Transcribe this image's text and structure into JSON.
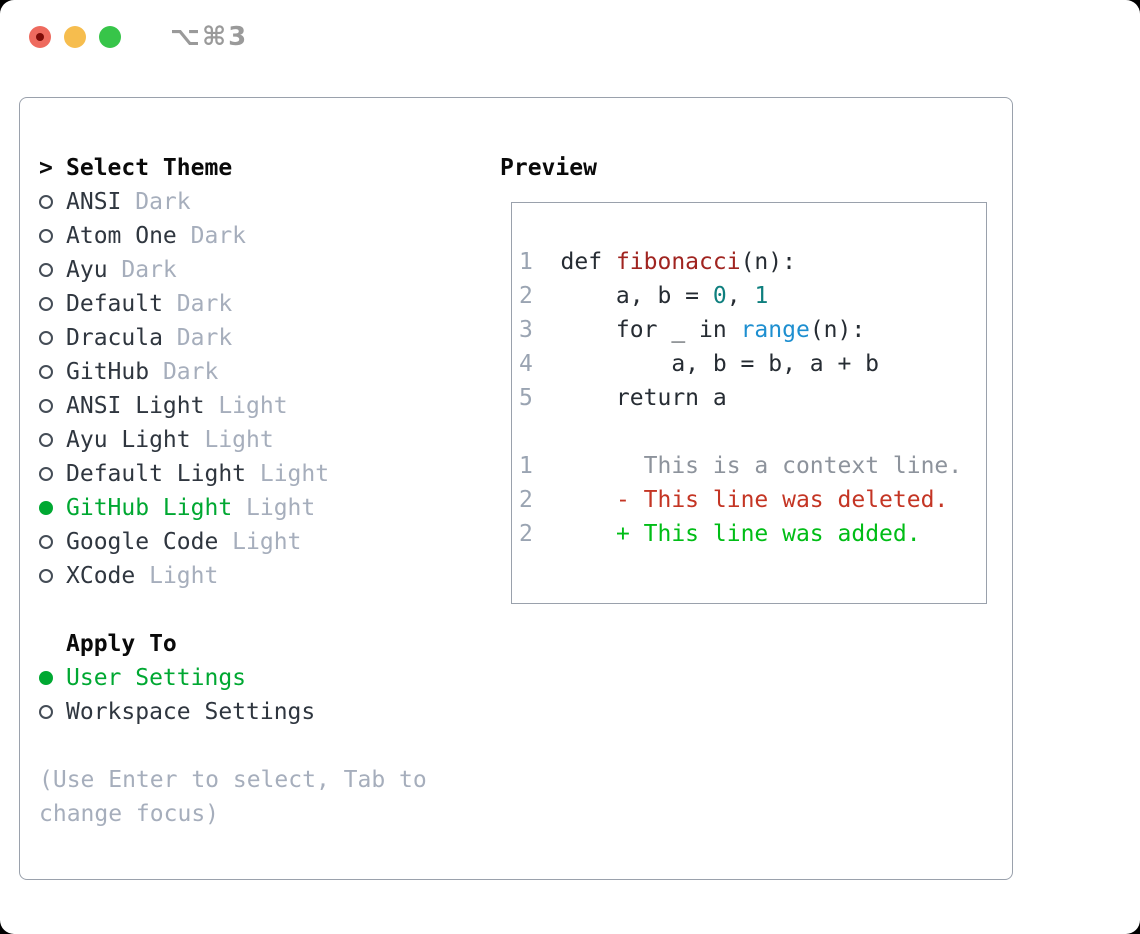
{
  "window": {
    "shortcut": "⌥⌘3"
  },
  "theme_list": {
    "caret": ">",
    "header": "Select Theme",
    "items": [
      {
        "name": "ANSI",
        "variant": "Dark",
        "selected": false
      },
      {
        "name": "Atom One",
        "variant": "Dark",
        "selected": false
      },
      {
        "name": "Ayu",
        "variant": "Dark",
        "selected": false
      },
      {
        "name": "Default",
        "variant": "Dark",
        "selected": false
      },
      {
        "name": "Dracula",
        "variant": "Dark",
        "selected": false
      },
      {
        "name": "GitHub",
        "variant": "Dark",
        "selected": false
      },
      {
        "name": "ANSI Light",
        "variant": "Light",
        "selected": false
      },
      {
        "name": "Ayu Light",
        "variant": "Light",
        "selected": false
      },
      {
        "name": "Default Light",
        "variant": "Light",
        "selected": false
      },
      {
        "name": "GitHub Light",
        "variant": "Light",
        "selected": true
      },
      {
        "name": "Google Code",
        "variant": "Light",
        "selected": false
      },
      {
        "name": "XCode",
        "variant": "Light",
        "selected": false
      }
    ]
  },
  "apply_to": {
    "header": "Apply To",
    "options": [
      {
        "label": "User Settings",
        "selected": true
      },
      {
        "label": "Workspace Settings",
        "selected": false
      }
    ]
  },
  "hint": "(Use Enter to select, Tab to change focus)",
  "preview": {
    "header": "Preview",
    "python": [
      {
        "num": "1",
        "segs": [
          "def ",
          "fibonacci",
          "(n):"
        ]
      },
      {
        "num": "2",
        "segs": [
          "    a, b = ",
          "0",
          ", ",
          "1"
        ]
      },
      {
        "num": "3",
        "segs": [
          "    for _ in ",
          "range",
          "(n):"
        ]
      },
      {
        "num": "4",
        "segs": [
          "        a, b = b, a + b"
        ]
      },
      {
        "num": "5",
        "segs": [
          "    return a"
        ]
      }
    ],
    "diff": [
      {
        "num": "1",
        "marker": "  ",
        "text": "This is a context line."
      },
      {
        "num": "2",
        "marker": "- ",
        "text": "This line was deleted."
      },
      {
        "num": "2",
        "marker": "+ ",
        "text": "This line was added."
      }
    ]
  },
  "colors": {
    "selection_green": "#00a832",
    "added_green": "#00bd16",
    "deleted_red": "#c43524",
    "function_red": "#a02420",
    "number_teal": "#0e7f7e",
    "builtin_blue": "#1e8fd0",
    "muted_gray": "#a6aebc",
    "border_gray": "#9aa1ac",
    "traffic_red": "#ee6a5e",
    "traffic_yellow": "#f6bd4e",
    "traffic_green": "#37c549"
  }
}
